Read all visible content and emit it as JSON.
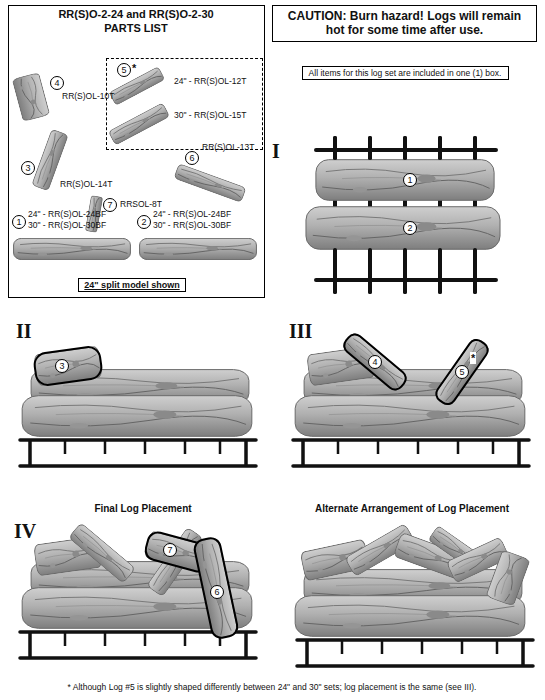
{
  "diagram": {
    "caption": "* Although Log #5 is slightly shaped differently between 24\" and 30\" sets; log placement is the same (see III).",
    "nodes": [
      {
        "text": [
          "RR(S)O-2-24 and RR(S)O-2-30",
          "PARTS LIST"
        ]
      },
      {
        "text": [
          "4"
        ],
        "in": 0
      },
      {
        "text": [
          "24\" - RR(S)OL-12T",
          "30\" - RR(S)OL-15T"
        ],
        "in": 0
      },
      {
        "text": [
          "5"
        ],
        "in": 2
      },
      {
        "text": [
          "3"
        ],
        "in": 0
      },
      {
        "text": [
          "7"
        ],
        "in": 0
      },
      {
        "text": [
          "6"
        ],
        "in": 0
      },
      {
        "text": [
          "1"
        ],
        "in": 0
      },
      {
        "text": [
          "2"
        ],
        "in": 0
      },
      {
        "text": [
          "24\" split model shown"
        ],
        "in": 0
      },
      {
        "text": [
          "CAUTION: Burn hazard! Logs will remain hot for some time after use."
        ]
      },
      {
        "text": [
          "All items for this log set are included in one (1) box."
        ]
      },
      {
        "text": [
          "1"
        ]
      },
      {
        "text": [
          "2"
        ]
      },
      {
        "text": [
          "3"
        ]
      },
      {
        "text": [
          "4"
        ]
      },
      {
        "text": [
          "5"
        ]
      },
      {
        "text": [
          "7"
        ]
      },
      {
        "text": [
          "6"
        ]
      }
    ],
    "labels": [
      "RR(S)OL-10T",
      "RR(S)OL-14T",
      "RRSOL-8T",
      "RR(S)OL-13T",
      "24\" - RR(S)OL-24BF",
      "30\" - RR(S)OL-30BF",
      "24\" - RR(S)OL-24BF",
      "30\" - RR(S)OL-30BF",
      "*",
      "I",
      "II",
      "III",
      "*",
      "IV",
      "Final Log Placement",
      "Alternate Arrangement of Log Placement"
    ]
  }
}
